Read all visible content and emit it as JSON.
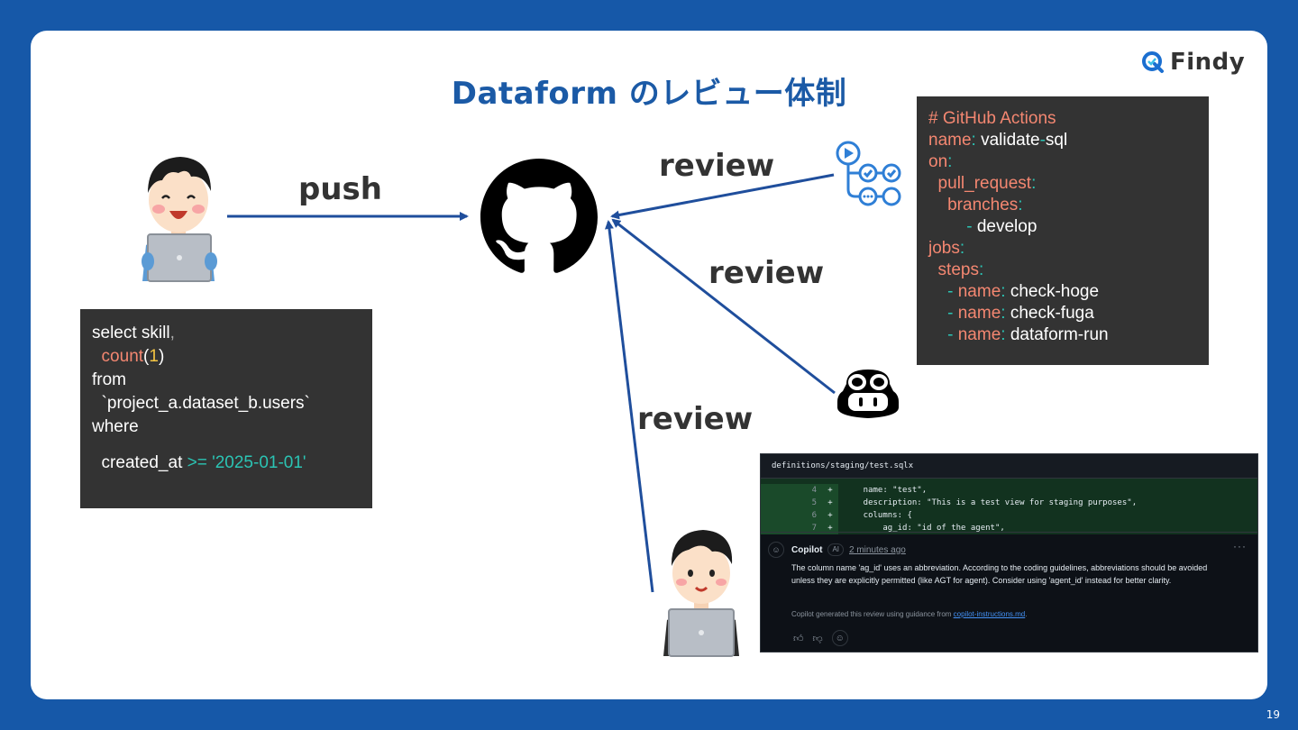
{
  "slide": {
    "title": "Dataform のレビュー体制",
    "page_number": "19"
  },
  "logo": {
    "text": "Findy",
    "icon": "findy-logo-icon"
  },
  "edges": {
    "push_label": "push",
    "review_label_actions": "review",
    "review_label_copilot": "review",
    "review_label_human": "review"
  },
  "sql": {
    "l1a": "select skill",
    "l1b": ",",
    "l2a": "  count",
    "l2b": "(",
    "l2c": "1",
    "l2d": ")",
    "l3": "from",
    "l4": "  `project_a.dataset_b.users`",
    "l5": "where",
    "l6a": "  created_at ",
    "l6b": ">=",
    "l6c": " '2025-01-01'"
  },
  "yaml": {
    "comment": "# GitHub Actions",
    "name_key": "name",
    "colon": ":",
    "name_val_a": " validate",
    "dash": "-",
    "name_val_b": "sql",
    "on_key": "on",
    "pr_key": "  pull_request",
    "branches_key": "    branches",
    "develop_dash": "        - ",
    "develop_val": "develop",
    "jobs_key": "jobs",
    "steps_key": "  steps",
    "step_dash": "    - ",
    "step1": " check-hoge",
    "step2": " check-fuga",
    "step3": " dataform-run"
  },
  "review": {
    "file": "definitions/staging/test.sqlx",
    "diff": [
      {
        "num": "4",
        "sign": "+",
        "code": "    name: \"test\","
      },
      {
        "num": "5",
        "sign": "+",
        "code": "    description: \"This is a test view for staging purposes\","
      },
      {
        "num": "6",
        "sign": "+",
        "code": "    columns: {"
      },
      {
        "num": "7",
        "sign": "+",
        "code": "        ag_id: \"id of the agent\","
      }
    ],
    "author": "Copilot",
    "badge": "AI",
    "time": "2 minutes ago",
    "more": "···",
    "body": "The column name 'ag_id' uses an abbreviation. According to the coding guidelines, abbreviations should be avoided unless they are explicitly permitted (like AGT for agent). Consider using 'agent_id' instead for better clarity.",
    "note": "Copilot generated this review using guidance from ",
    "note_link": "copilot-instructions.md",
    "note_end": "."
  },
  "icons": {
    "developer": "developer-with-laptop-icon",
    "github": "github-octocat-icon",
    "actions": "github-actions-workflow-icon",
    "copilot": "copilot-icon",
    "reviewer": "reviewer-with-laptop-icon"
  },
  "colors": {
    "background": "#1658a8",
    "title": "#1b5aa6",
    "arrow": "#1f4e9c",
    "code_bg": "#333333"
  }
}
